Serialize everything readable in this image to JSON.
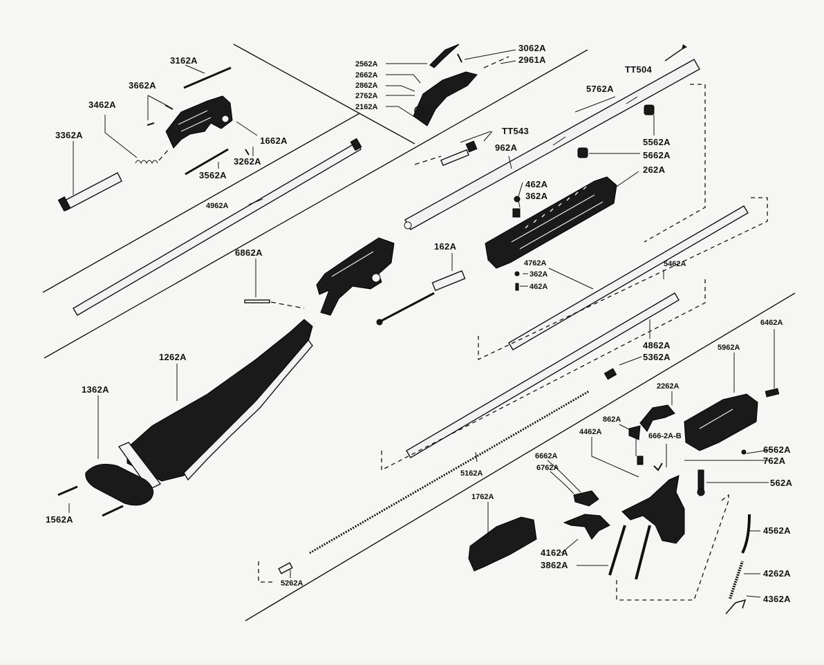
{
  "diagram": {
    "labels": {
      "p3162A": "3162A",
      "p3662A": "3662A",
      "p3462A": "3462A",
      "p3362A": "3362A",
      "p1662A": "1662A",
      "p3262A": "3262A",
      "p3562A": "3562A",
      "p4962A": "4962A",
      "p2562A": "2562A",
      "p2662A": "2662A",
      "p2862A": "2862A",
      "p2762A": "2762A",
      "p2162A": "2162A",
      "p3062A": "3062A",
      "p2961A": "2961A",
      "TT504": "TT504",
      "p5762A": "5762A",
      "TT543": "TT543",
      "p962A": "962A",
      "p5562A": "5562A",
      "p5662A": "5662A",
      "p262A": "262A",
      "p462A_top": "462A",
      "p362A_top": "362A",
      "p6862A": "6862A",
      "p162A": "162A",
      "p4762A": "4762A",
      "p362A_low": "362A",
      "p462A_low": "462A",
      "p5462A": "5462A",
      "p4862A": "4862A",
      "p5362A": "5362A",
      "p1262A": "1262A",
      "p1362A": "1362A",
      "p1562A": "1562A",
      "p6462A": "6462A",
      "p5962A": "5962A",
      "p2262A": "2262A",
      "p862A": "862A",
      "p4462A": "4462A",
      "p666_2A_B": "666-2A-B",
      "p6562A": "6562A",
      "p762A": "762A",
      "p6662A": "6662A",
      "p6762A": "6762A",
      "p562A": "562A",
      "p5162A": "5162A",
      "p1762A": "1762A",
      "p4562A": "4562A",
      "p4162A": "4162A",
      "p3862A": "3862A",
      "p4262A": "4262A",
      "p5262A": "5262A",
      "p4362A": "4362A"
    },
    "colors": {
      "ink": "#111111",
      "paper": "#f6f6f4",
      "part_fill": "#1a1a1a"
    }
  }
}
